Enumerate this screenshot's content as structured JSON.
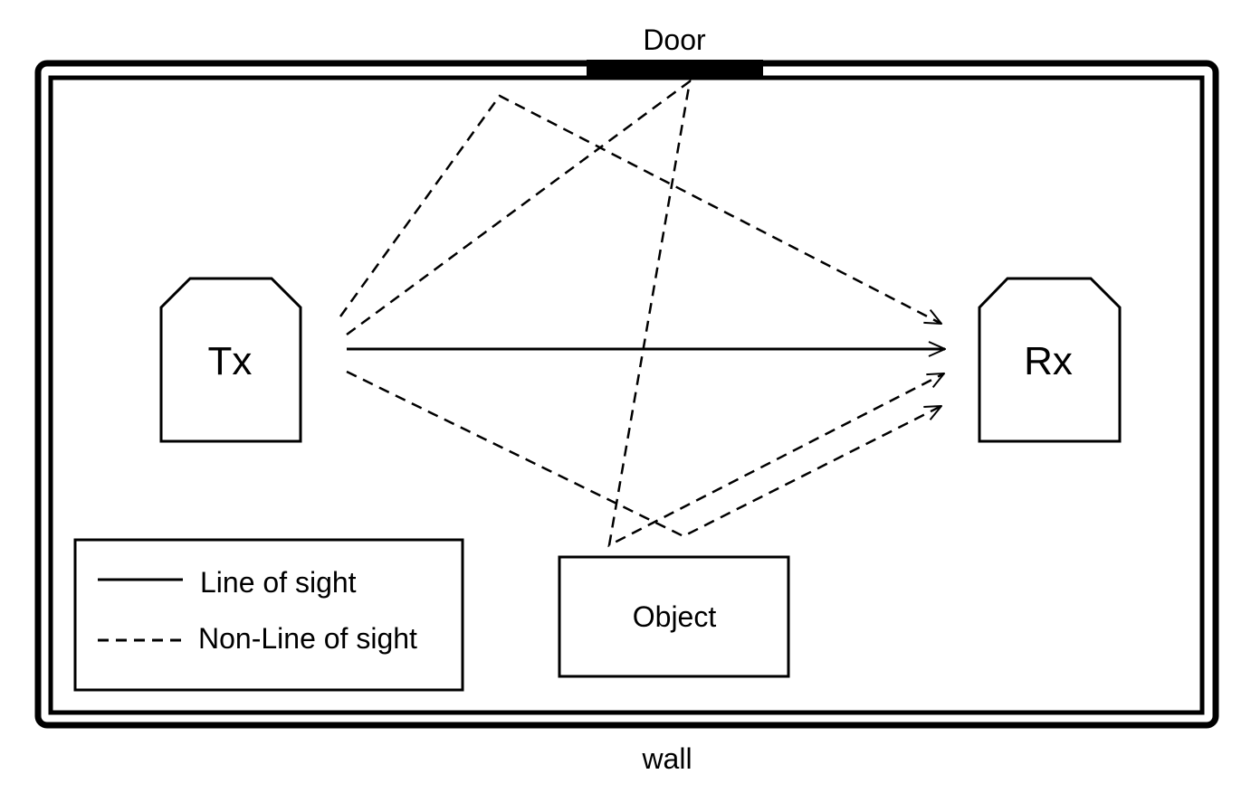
{
  "labels": {
    "door": "Door",
    "wall": "wall",
    "tx": "Tx",
    "rx": "Rx",
    "object": "Object"
  },
  "legend": {
    "los": "Line of sight",
    "nlos": "Non-Line of sight"
  },
  "colors": {
    "stroke": "#000000",
    "background": "#ffffff"
  }
}
